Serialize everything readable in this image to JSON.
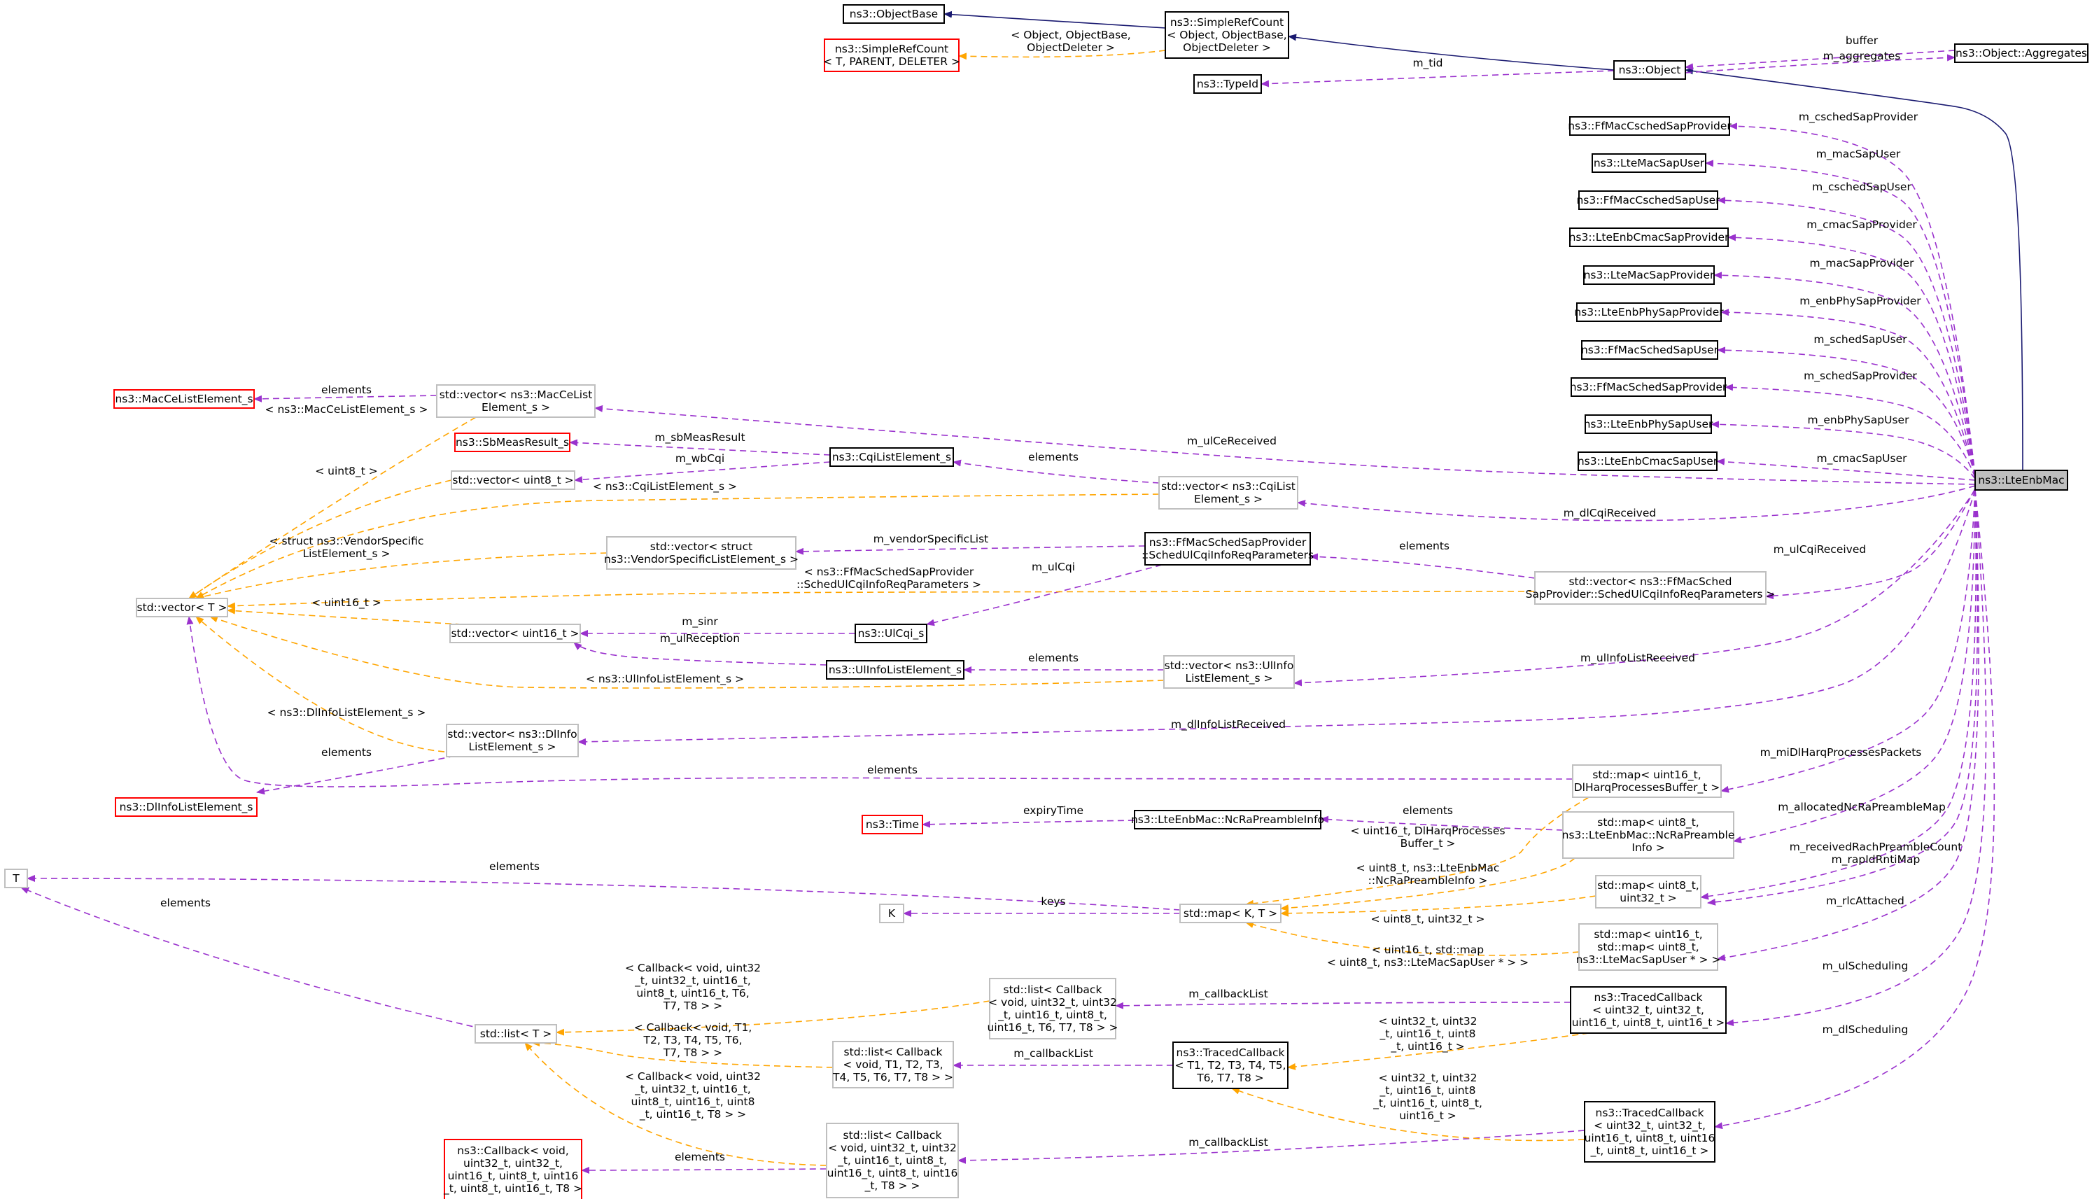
{
  "diagram": {
    "title": "",
    "colors": {
      "usage_edge": "#9a32cd",
      "template_edge": "#ffa500",
      "inheritance_edge": "#191970",
      "documented_border": "#000000",
      "undocumented_border": "#bfbfbf",
      "external_border": "#ff0000",
      "focus_fill": "#bfbfbf"
    },
    "nodes": {
      "objectbase": "ns3::ObjectBase",
      "simplerefcount_generic": [
        "ns3::SimpleRefCount",
        "< T, PARENT, DELETER >"
      ],
      "simplerefcount": [
        "ns3::SimpleRefCount",
        "< Object, ObjectBase,",
        "ObjectDeleter >"
      ],
      "object": "ns3::Object",
      "aggregates": "ns3::Object::Aggregates",
      "typeid": "ns3::TypeId",
      "ffmaccschedsapprovider": "ns3::FfMacCschedSapProvider",
      "ltemacsapuser": "ns3::LteMacSapUser",
      "ffmaccschedsapuser": "ns3::FfMacCschedSapUser",
      "lteenbcmacsapprovider": "ns3::LteEnbCmacSapProvider",
      "ltemacsapprovider": "ns3::LteMacSapProvider",
      "lteenbphysapprovider": "ns3::LteEnbPhySapProvider",
      "ffmacschedsapuser": "ns3::FfMacSchedSapUser",
      "ffmacschedsapprovider": "ns3::FfMacSchedSapProvider",
      "lteenbphysapuser": "ns3::LteEnbPhySapUser",
      "lteenbcmacsapuser": "ns3::LteEnbCmacSapUser",
      "lteenbmac": "ns3::LteEnbMac",
      "macce_element": "ns3::MacCeListElement_s",
      "vector_macce": [
        "std::vector< ns3::MacCeList",
        "Element_s >"
      ],
      "sbmeasresult": "ns3::SbMeasResult_s",
      "cqilistelement": "ns3::CqiListElement_s",
      "vector_uint8": "std::vector< uint8_t >",
      "vector_cqi": [
        "std::vector< ns3::CqiList",
        "Element_s >"
      ],
      "vector_vendor": [
        "std::vector< struct",
        "ns3::VendorSpecificListElement_s >"
      ],
      "schedulcqi": [
        "ns3::FfMacSchedSapProvider",
        "::SchedUlCqiInfoReqParameters"
      ],
      "vector_T": "std::vector< T >",
      "vector_schedulcqi": [
        "std::vector< ns3::FfMacSched",
        "SapProvider::SchedUlCqiInfoReqParameters >"
      ],
      "vector_uint16": "std::vector< uint16_t >",
      "ulcqi": "ns3::UlCqi_s",
      "ulinfo_element": "ns3::UlInfoListElement_s",
      "vector_ulinfo": [
        "std::vector< ns3::UlInfo",
        "ListElement_s >"
      ],
      "vector_dlinfo": [
        "std::vector< ns3::DlInfo",
        "ListElement_s >"
      ],
      "dlinfo_element": "ns3::DlInfoListElement_s",
      "map_dlharq": [
        "std::map< uint16_t,",
        "DlHarqProcessesBuffer_t >"
      ],
      "time": "ns3::Time",
      "ncra": "ns3::LteEnbMac::NcRaPreambleInfo",
      "map_ncra": [
        "std::map< uint8_t,",
        "ns3::LteEnbMac::NcRaPreamble",
        "Info >"
      ],
      "T": "T",
      "map_uint8_uint32": [
        "std::map< uint8_t,",
        "uint32_t >"
      ],
      "K": "K",
      "map_KT": "std::map< K, T >",
      "map_nested": [
        "std::map< uint16_t,",
        "std::map< uint8_t,",
        "ns3::LteMacSapUser * > >"
      ],
      "list_cb7": [
        "std::list< Callback",
        "< void, uint32_t, uint32",
        "_t, uint16_t, uint8_t,",
        "uint16_t, T6, T7, T8 > >"
      ],
      "traced7": [
        "ns3::TracedCallback",
        "< uint32_t, uint32_t,",
        "uint16_t, uint8_t, uint16_t >"
      ],
      "list_T": "std::list< T >",
      "list_cbT": [
        "std::list< Callback",
        "< void, T1, T2, T3,",
        "T4, T5, T6, T7, T8 > >"
      ],
      "tracedT": [
        "ns3::TracedCallback",
        "< T1, T2, T3, T4, T5,",
        "T6, T7, T8 >"
      ],
      "traced8": [
        "ns3::TracedCallback",
        "< uint32_t, uint32_t,",
        "uint16_t, uint8_t, uint16",
        "_t, uint8_t, uint16_t >"
      ],
      "callback_ext": [
        "ns3::Callback< void,",
        "uint32_t, uint32_t,",
        "uint16_t, uint8_t, uint16",
        "_t, uint8_t, uint16_t, T8 >"
      ],
      "list_cb8": [
        "std::list< Callback",
        "< void, uint32_t, uint32",
        "_t, uint16_t, uint8_t,",
        "uint16_t, uint8_t, uint16",
        "_t, T8 > >"
      ]
    },
    "labels": {
      "tmpl_objdeleter": [
        "< Object, ObjectBase,",
        "ObjectDeleter >"
      ],
      "buffer": "buffer",
      "m_aggregates": "m_aggregates",
      "m_tid": "m_tid",
      "m_cschedSapProvider": "m_cschedSapProvider",
      "m_macSapUser": "m_macSapUser",
      "m_cschedSapUser": "m_cschedSapUser",
      "m_cmacSapProvider": "m_cmacSapProvider",
      "m_macSapProvider": "m_macSapProvider",
      "m_enbPhySapProvider": "m_enbPhySapProvider",
      "m_schedSapUser": "m_schedSapUser",
      "m_schedSapProvider": "m_schedSapProvider",
      "m_enbPhySapUser": "m_enbPhySapUser",
      "m_cmacSapUser": "m_cmacSapUser",
      "elements": "elements",
      "tmpl_macce": "< ns3::MacCeListElement_s >",
      "m_ulCeReceived": "m_ulCeReceived",
      "m_sbMeasResult": "m_sbMeasResult",
      "m_wbCqi": "m_wbCqi",
      "tmpl_uint8": "< uint8_t >",
      "tmpl_cqi": "< ns3::CqiListElement_s >",
      "m_dlCqiReceived": "m_dlCqiReceived",
      "tmpl_vendor": [
        "< struct ns3::VendorSpecific",
        "ListElement_s >"
      ],
      "m_vendorSpecificList": "m_vendorSpecificList",
      "m_ulCqi": "m_ulCqi",
      "tmpl_schedulcqi": [
        "< ns3::FfMacSchedSapProvider",
        "::SchedUlCqiInfoReqParameters >"
      ],
      "m_ulCqiReceived": "m_ulCqiReceived",
      "tmpl_uint16": "< uint16_t >",
      "m_sinr": "m_sinr",
      "m_ulReception": "m_ulReception",
      "tmpl_ulinfo": "< ns3::UlInfoListElement_s >",
      "m_ulInfoListReceived": "m_ulInfoListReceived",
      "tmpl_dlinfo": "< ns3::DlInfoListElement_s >",
      "m_dlInfoListReceived": "m_dlInfoListReceived",
      "m_miDlHarqProcessesPackets": "m_miDlHarqProcessesPackets",
      "expiryTime": "expiryTime",
      "tmpl_dlharq": [
        "< uint16_t, DlHarqProcesses",
        "Buffer_t >"
      ],
      "m_allocatedNcRaPreambleMap": "m_allocatedNcRaPreambleMap",
      "tmpl_ncra": [
        "< uint8_t, ns3::LteEnbMac",
        "::NcRaPreambleInfo >"
      ],
      "m_receivedRachPreambleCount": "m_receivedRachPreambleCount",
      "m_rapIdRntiMap": "m_rapIdRntiMap",
      "keys": "keys",
      "tmpl_uint8_uint32": "< uint8_t, uint32_t >",
      "m_rlcAttached": "m_rlcAttached",
      "tmpl_nested": [
        "< uint16_t, std::map",
        "< uint8_t, ns3::LteMacSapUser * > >"
      ],
      "m_ulScheduling": "m_ulScheduling",
      "m_dlScheduling": "m_dlScheduling",
      "tmpl_list_cb7": [
        "< Callback< void, uint32",
        "_t, uint32_t, uint16_t,",
        "uint8_t, uint16_t, T6,",
        "T7, T8 > >"
      ],
      "m_callbackList": "m_callbackList",
      "tmpl_list_cbT": [
        "< Callback< void, T1,",
        "T2, T3, T4, T5, T6,",
        "T7, T8 > >"
      ],
      "tmpl_traced7": [
        "< uint32_t, uint32",
        "_t, uint16_t, uint8",
        "_t, uint16_t >"
      ],
      "tmpl_list_cb8": [
        "< Callback< void, uint32",
        "_t, uint32_t, uint16_t,",
        "uint8_t, uint16_t, uint8",
        "_t, uint16_t, T8 > >"
      ],
      "tmpl_traced8": [
        "< uint32_t, uint32",
        "_t, uint16_t, uint8",
        "_t, uint16_t, uint8_t,",
        "uint16_t >"
      ]
    }
  }
}
